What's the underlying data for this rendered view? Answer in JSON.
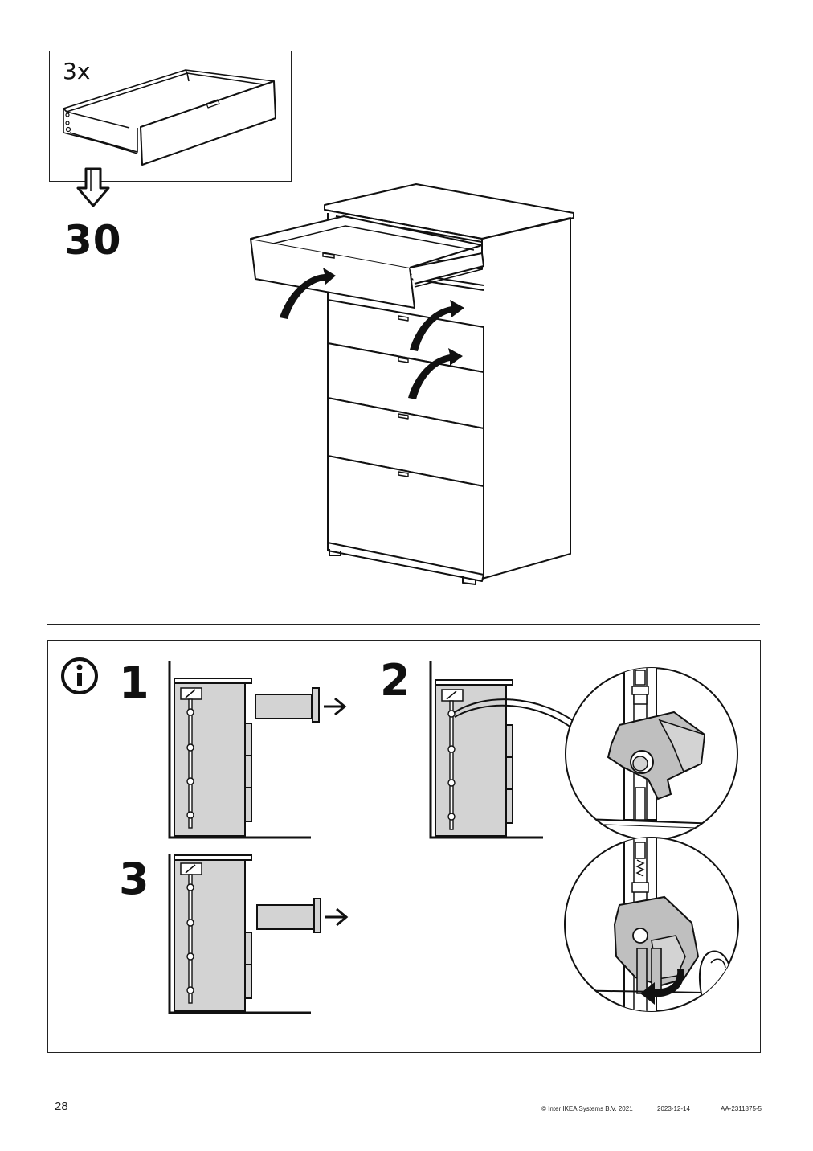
{
  "top_panel": {
    "quantity_label": "3x",
    "next_step_number": "30"
  },
  "info_panel": {
    "info_icon": "info-circle-icon",
    "steps": [
      {
        "number": "1"
      },
      {
        "number": "2"
      },
      {
        "number": "3"
      }
    ]
  },
  "footer": {
    "page_number": "28",
    "copyright": "© Inter IKEA Systems B.V. 2021",
    "date": "2023-12-14",
    "doc_code": "AA-2311875-5"
  }
}
